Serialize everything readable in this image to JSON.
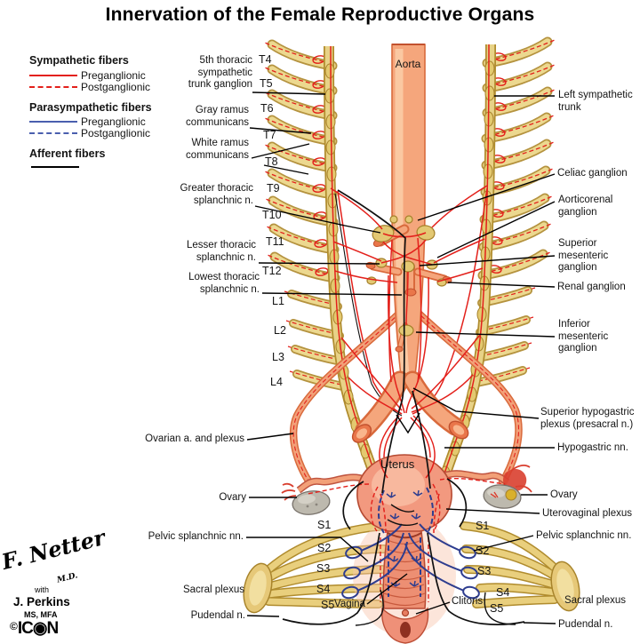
{
  "title": "Innervation of the Female Reproductive Organs",
  "legend": {
    "groups": [
      {
        "heading": "Sympathetic fibers",
        "items": [
          {
            "label": "Preganglionic"
          },
          {
            "label": "Postganglionic"
          }
        ]
      },
      {
        "heading": "Parasympathetic fibers",
        "items": [
          {
            "label": "Preganglionic"
          },
          {
            "label": "Postganglionic"
          }
        ]
      },
      {
        "heading": "Afferent fibers",
        "items": []
      }
    ]
  },
  "colors": {
    "sympathetic_red": "#e3201b",
    "parasympathetic_blue": "#4a5fae",
    "afferent_black": "#000000",
    "bone_tan": "#ecd88f",
    "vessel_orange": "#f3a47a",
    "organ_pink": "#f0907c",
    "ovary_gray": "#bdb9ae"
  },
  "vertebrae": {
    "thoracolumbar": [
      "T4",
      "T5",
      "T6",
      "T7",
      "T8",
      "T9",
      "T10",
      "T11",
      "T12",
      "L1",
      "L2",
      "L3",
      "L4"
    ],
    "sacral_left": [
      "S1",
      "S2",
      "S3",
      "S4",
      "S5"
    ],
    "sacral_right": [
      "S1",
      "S2",
      "S3",
      "S4",
      "S5"
    ]
  },
  "left_labels": [
    "5th thoracic\nsympathetic\ntrunk ganglion",
    "Gray ramus\ncommunicans",
    "White ramus\ncommunicans",
    "Greater thoracic\nsplanchnic n.",
    "Lesser thoracic\nsplanchnic n.",
    "Lowest thoracic\nsplanchnic n.",
    "Ovarian a. and plexus",
    "Ovary",
    "Pelvic splanchnic nn.",
    "Sacral plexus",
    "Pudendal n."
  ],
  "right_labels": [
    "Left sympathetic\ntrunk",
    "Celiac ganglion",
    "Aorticorenal\nganglion",
    "Superior\nmesenteric\nganglion",
    "Renal ganglion",
    "Inferior\nmesenteric\nganglion",
    "Superior hypogastric\nplexus (presacral n.)",
    "Hypogastric nn.",
    "Ovary",
    "Uterovaginal plexus",
    "Pelvic splanchnic nn.",
    "Sacral plexus",
    "Pudendal n."
  ],
  "center_labels": {
    "aorta": "Aorta",
    "uterus": "Uterus",
    "vagina": "Vagina",
    "clitoris": "Clitoris"
  },
  "signature": {
    "artist": "F. Netter",
    "artist_degree": "M.D.",
    "conjunction": "with",
    "coartist": "J. Perkins",
    "coartist_degree": "MS, MFA",
    "copyright_symbol": "©",
    "logo": {
      "prefix": "IC",
      "o_glyph": "◉",
      "suffix": "N"
    }
  }
}
